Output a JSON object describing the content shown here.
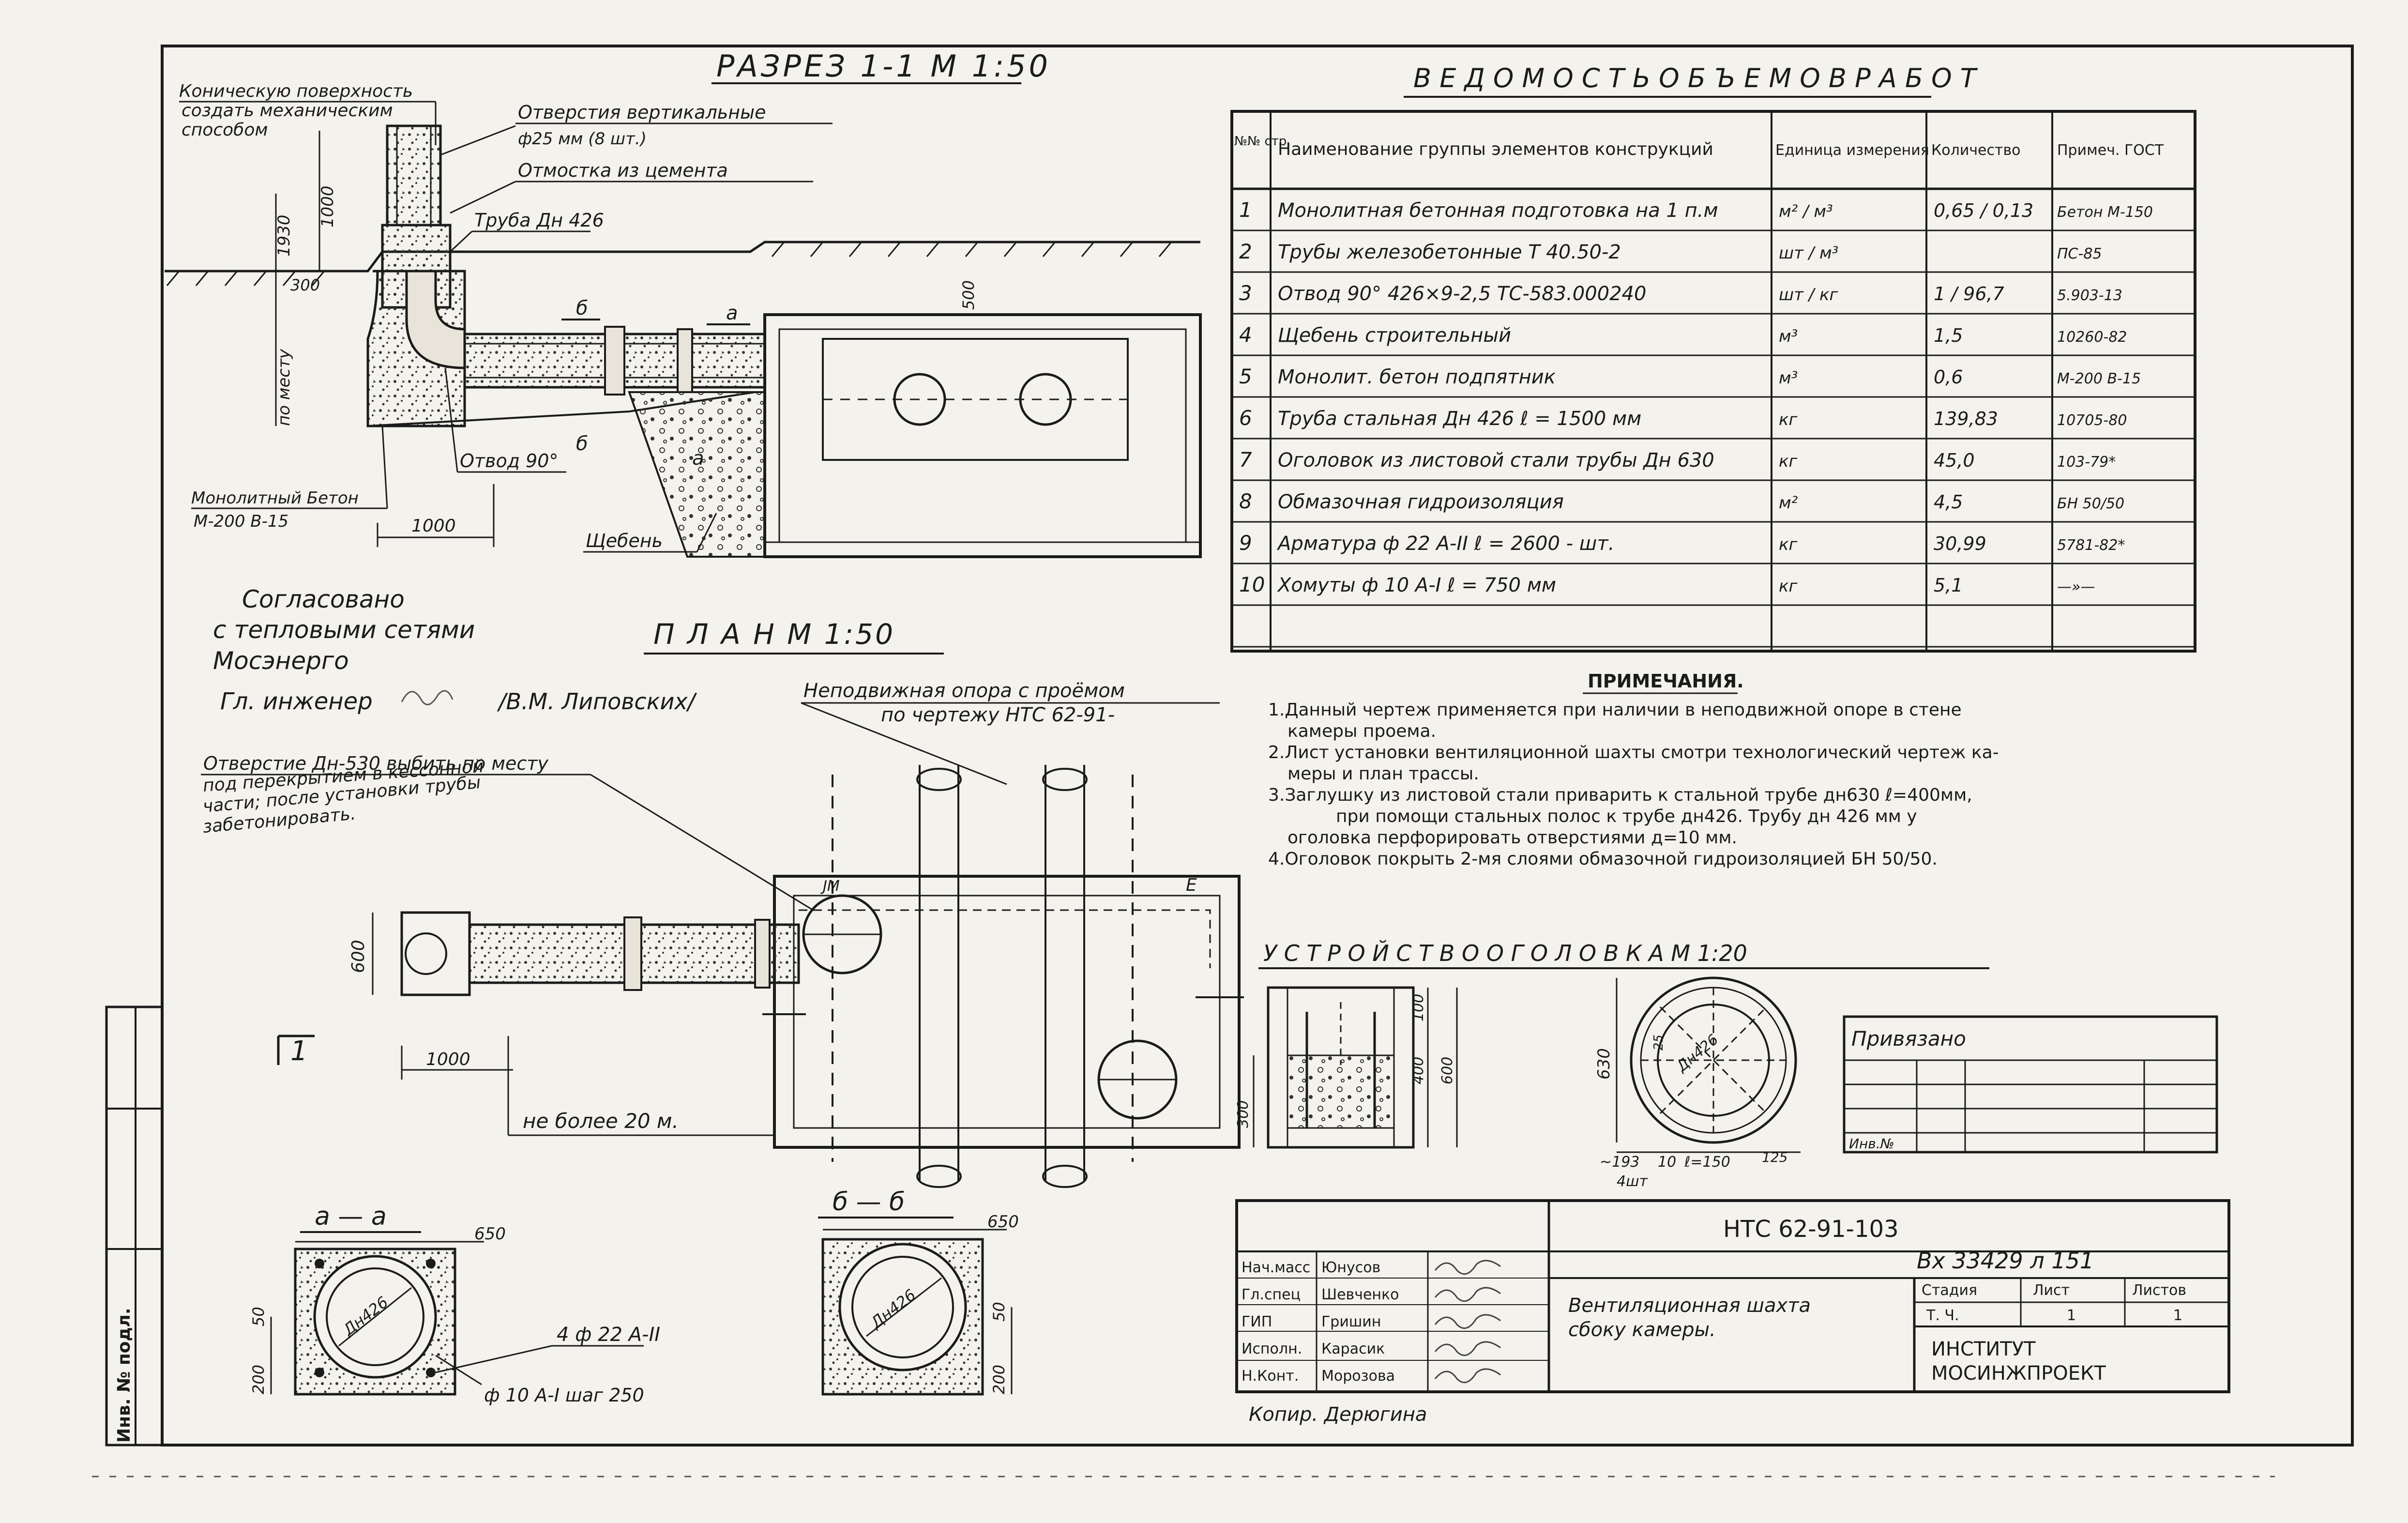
{
  "section": {
    "title": "РАЗРЕЗ 1-1 М 1:50",
    "note_conical": [
      "Коническую поверхность",
      "создать механическим",
      "способом"
    ],
    "note_holes": "Отверстия вертикальные",
    "note_holes_size": "ф25 мм (8 шт.)",
    "note_blind": "Отмостка из цемента",
    "note_pipe": "Труба Дн 426",
    "note_bend": "Отвод 90°",
    "note_concrete": [
      "Монолитный Бетон",
      "М-200 В-15"
    ],
    "note_gravel": "Щебень",
    "dim_1000_top": "1000",
    "dim_1930": "1930",
    "dim_300": "300",
    "dim_by_site": "по месту",
    "dim_500": "500",
    "dim_1000_bottom": "1000",
    "cut_b": "б",
    "cut_a": "а"
  },
  "approval": {
    "lines": [
      "Согласовано",
      "с тепловыми сетями",
      "Мосэнерго"
    ],
    "signer_role": "Гл. инженер",
    "signer_name": "/В.М. Липовских/"
  },
  "plan": {
    "title": "П Л А Н М 1:50",
    "note_support": [
      "Неподвижная опора с проёмом",
      "по чертежу НТС 62-91-"
    ],
    "note_opening": [
      "Отверстие Дн-530 выбить по месту",
      "под перекрытием в кессонной",
      "части; после установки трубы",
      "забетонировать."
    ],
    "dim_600": "600",
    "dim_1000": "1000",
    "cut_label": "1",
    "note_distance": "не более 20 м.",
    "mark_e": "Е",
    "mark_jm": "ЈМ"
  },
  "section_a": {
    "title": "а — а",
    "dim_650": "650",
    "dim_426": "Дн426",
    "dim_200": "200",
    "dim_50": "50",
    "rebar": "4 ф 22 А-II",
    "clamp": "ф 10 А-I шаг 250"
  },
  "section_b": {
    "title": "б — б",
    "dim_650": "650",
    "dim_426": "Дн426",
    "dim_200": "200",
    "dim_50": "50"
  },
  "volumes": {
    "title": "В Е Д О М О С Т Ь   О Б Ъ Е М О В   Р А Б О Т",
    "headers": [
      "№№ стр.",
      "Наименование группы элементов конструкций",
      "Единица измерения",
      "Количество",
      "Примеч. ГОСТ"
    ],
    "rows": [
      {
        "n": "1",
        "name": "Монолитная бетонная подготовка на 1 п.м",
        "unit": "м² / м³",
        "qty": "0,65 / 0,13",
        "note": "Бетон М-150"
      },
      {
        "n": "2",
        "name": "Трубы железобетонные Т 40.50-2",
        "unit": "шт / м³",
        "qty": "",
        "note": "ПС-85"
      },
      {
        "n": "3",
        "name": "Отвод 90° 426×9-2,5 ТС-583.000240",
        "unit": "шт / кг",
        "qty": "1 / 96,7",
        "note": "5.903-13"
      },
      {
        "n": "4",
        "name": "Щебень строительный",
        "unit": "м³",
        "qty": "1,5",
        "note": "10260-82"
      },
      {
        "n": "5",
        "name": "Монолит. бетон подпятник",
        "unit": "м³",
        "qty": "0,6",
        "note": "М-200 В-15"
      },
      {
        "n": "6",
        "name": "Труба стальная Дн 426 ℓ = 1500 мм",
        "unit": "кг",
        "qty": "139,83",
        "note": "10705-80"
      },
      {
        "n": "7",
        "name": "Оголовок из листовой стали трубы Дн 630",
        "unit": "кг",
        "qty": "45,0",
        "note": "103-79*"
      },
      {
        "n": "8",
        "name": "Обмазочная гидроизоляция",
        "unit": "м²",
        "qty": "4,5",
        "note": "БН 50/50"
      },
      {
        "n": "9",
        "name": "Арматура ф 22 А-II ℓ = 2600 - шт.",
        "unit": "кг",
        "qty": "30,99",
        "note": "5781-82*"
      },
      {
        "n": "10",
        "name": "Хомуты ф 10 А-I ℓ = 750 мм",
        "unit": "кг",
        "qty": "5,1",
        "note": "—»—"
      },
      {
        "n": "",
        "name": "",
        "unit": "",
        "qty": "",
        "note": ""
      }
    ]
  },
  "notes": {
    "title": "ПРИМЕЧАНИЯ.",
    "items": [
      "1.Данный чертеж применяется при наличии в неподвижной опоре в стене",
      "камеры проема.",
      "2.Лист установки вентиляционной шахты смотри технологический чертеж ка-",
      "меры и план трассы.",
      "3.Заглушку из листовой стали приварить к стальной трубе дн630 ℓ=400мм,",
      "при помощи стальных полос к трубе дн426. Трубу дн 426 мм у",
      "оголовка перфорировать отверстиями д=10 мм.",
      "4.Оголовок покрыть 2-мя слоями обмазочной гидроизоляцией БН 50/50."
    ]
  },
  "head_detail": {
    "title": "У С Т Р О Й С Т В О   О Г О Л О В К А   М 1:20",
    "dim_100": "100",
    "dim_400": "400",
    "dim_600": "600",
    "dim_300": "300",
    "dim_630": "630",
    "dim_426": "Дн426",
    "dim_25": "25",
    "dim_193": "~193",
    "dim_10": "10",
    "dim_150": "ℓ=150",
    "dim_4sht": "4шт",
    "dim_125": "125"
  },
  "binding": {
    "label": "Привязано",
    "inv": "Инв.№"
  },
  "stamp": {
    "code": "НТС 62-91-103",
    "handwritten": "Вх 33429 л 151",
    "title": [
      "Вентиляционная шахта",
      "сбоку камеры."
    ],
    "roles": [
      "Нач.масс",
      "Гл.спец",
      "ГИП",
      "Исполн.",
      "Н.Конт."
    ],
    "names": [
      "Юнусов",
      "Шевченко",
      "Гришин",
      "Карасик",
      "Морозова"
    ],
    "stage_headers": [
      "Стадия",
      "Лист",
      "Листов"
    ],
    "stage_values": [
      "Т. Ч.",
      "1",
      "1"
    ],
    "org": [
      "ИНСТИТУТ",
      "МОСИНЖПРОЕКТ"
    ],
    "copy": "Копир. Дерюгина",
    "side_label": "Инв. № подл."
  }
}
